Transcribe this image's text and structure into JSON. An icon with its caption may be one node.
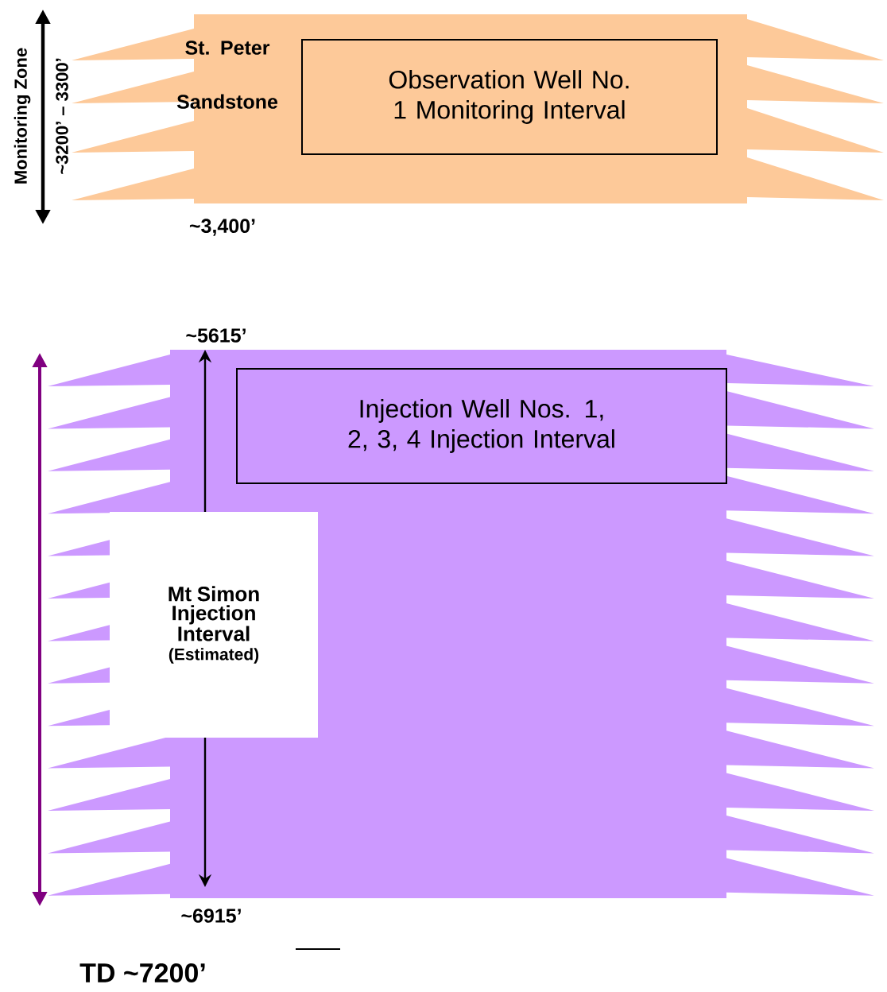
{
  "diagram": {
    "nodes": [
      {
        "text": [
          "Observation Well No. 1 Monitoring Interval"
        ]
      },
      {
        "text": [
          "Injection Well Nos. 1, 2, 3, 4 Injection Interval"
        ]
      },
      {
        "text": [
          "Mt Simon Injection Interval",
          "(Estimated)"
        ]
      }
    ],
    "labels": [
      "Monitoring Zone",
      "~3200’ – 3300’",
      "St. Peter Sandstone",
      "~3,400’",
      "~5615’",
      "~6915’",
      "TD ~7200’"
    ]
  }
}
